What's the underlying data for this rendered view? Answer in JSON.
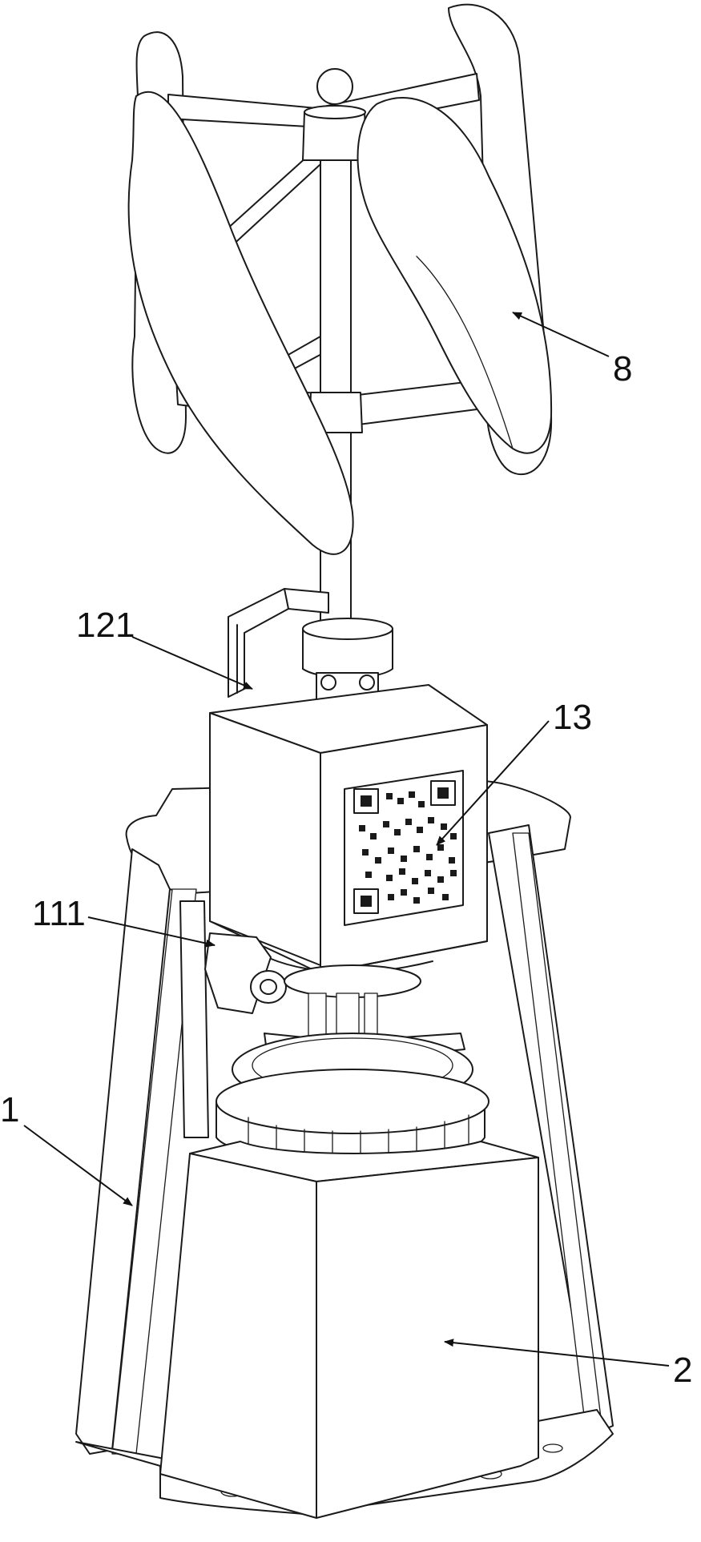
{
  "callouts": [
    {
      "id": "8",
      "label": "8"
    },
    {
      "id": "121",
      "label": "121"
    },
    {
      "id": "13",
      "label": "13"
    },
    {
      "id": "111",
      "label": "111"
    },
    {
      "id": "1",
      "label": "1"
    },
    {
      "id": "2",
      "label": "2"
    }
  ],
  "colors": {
    "line": "#1a1a1a",
    "background": "#ffffff"
  }
}
